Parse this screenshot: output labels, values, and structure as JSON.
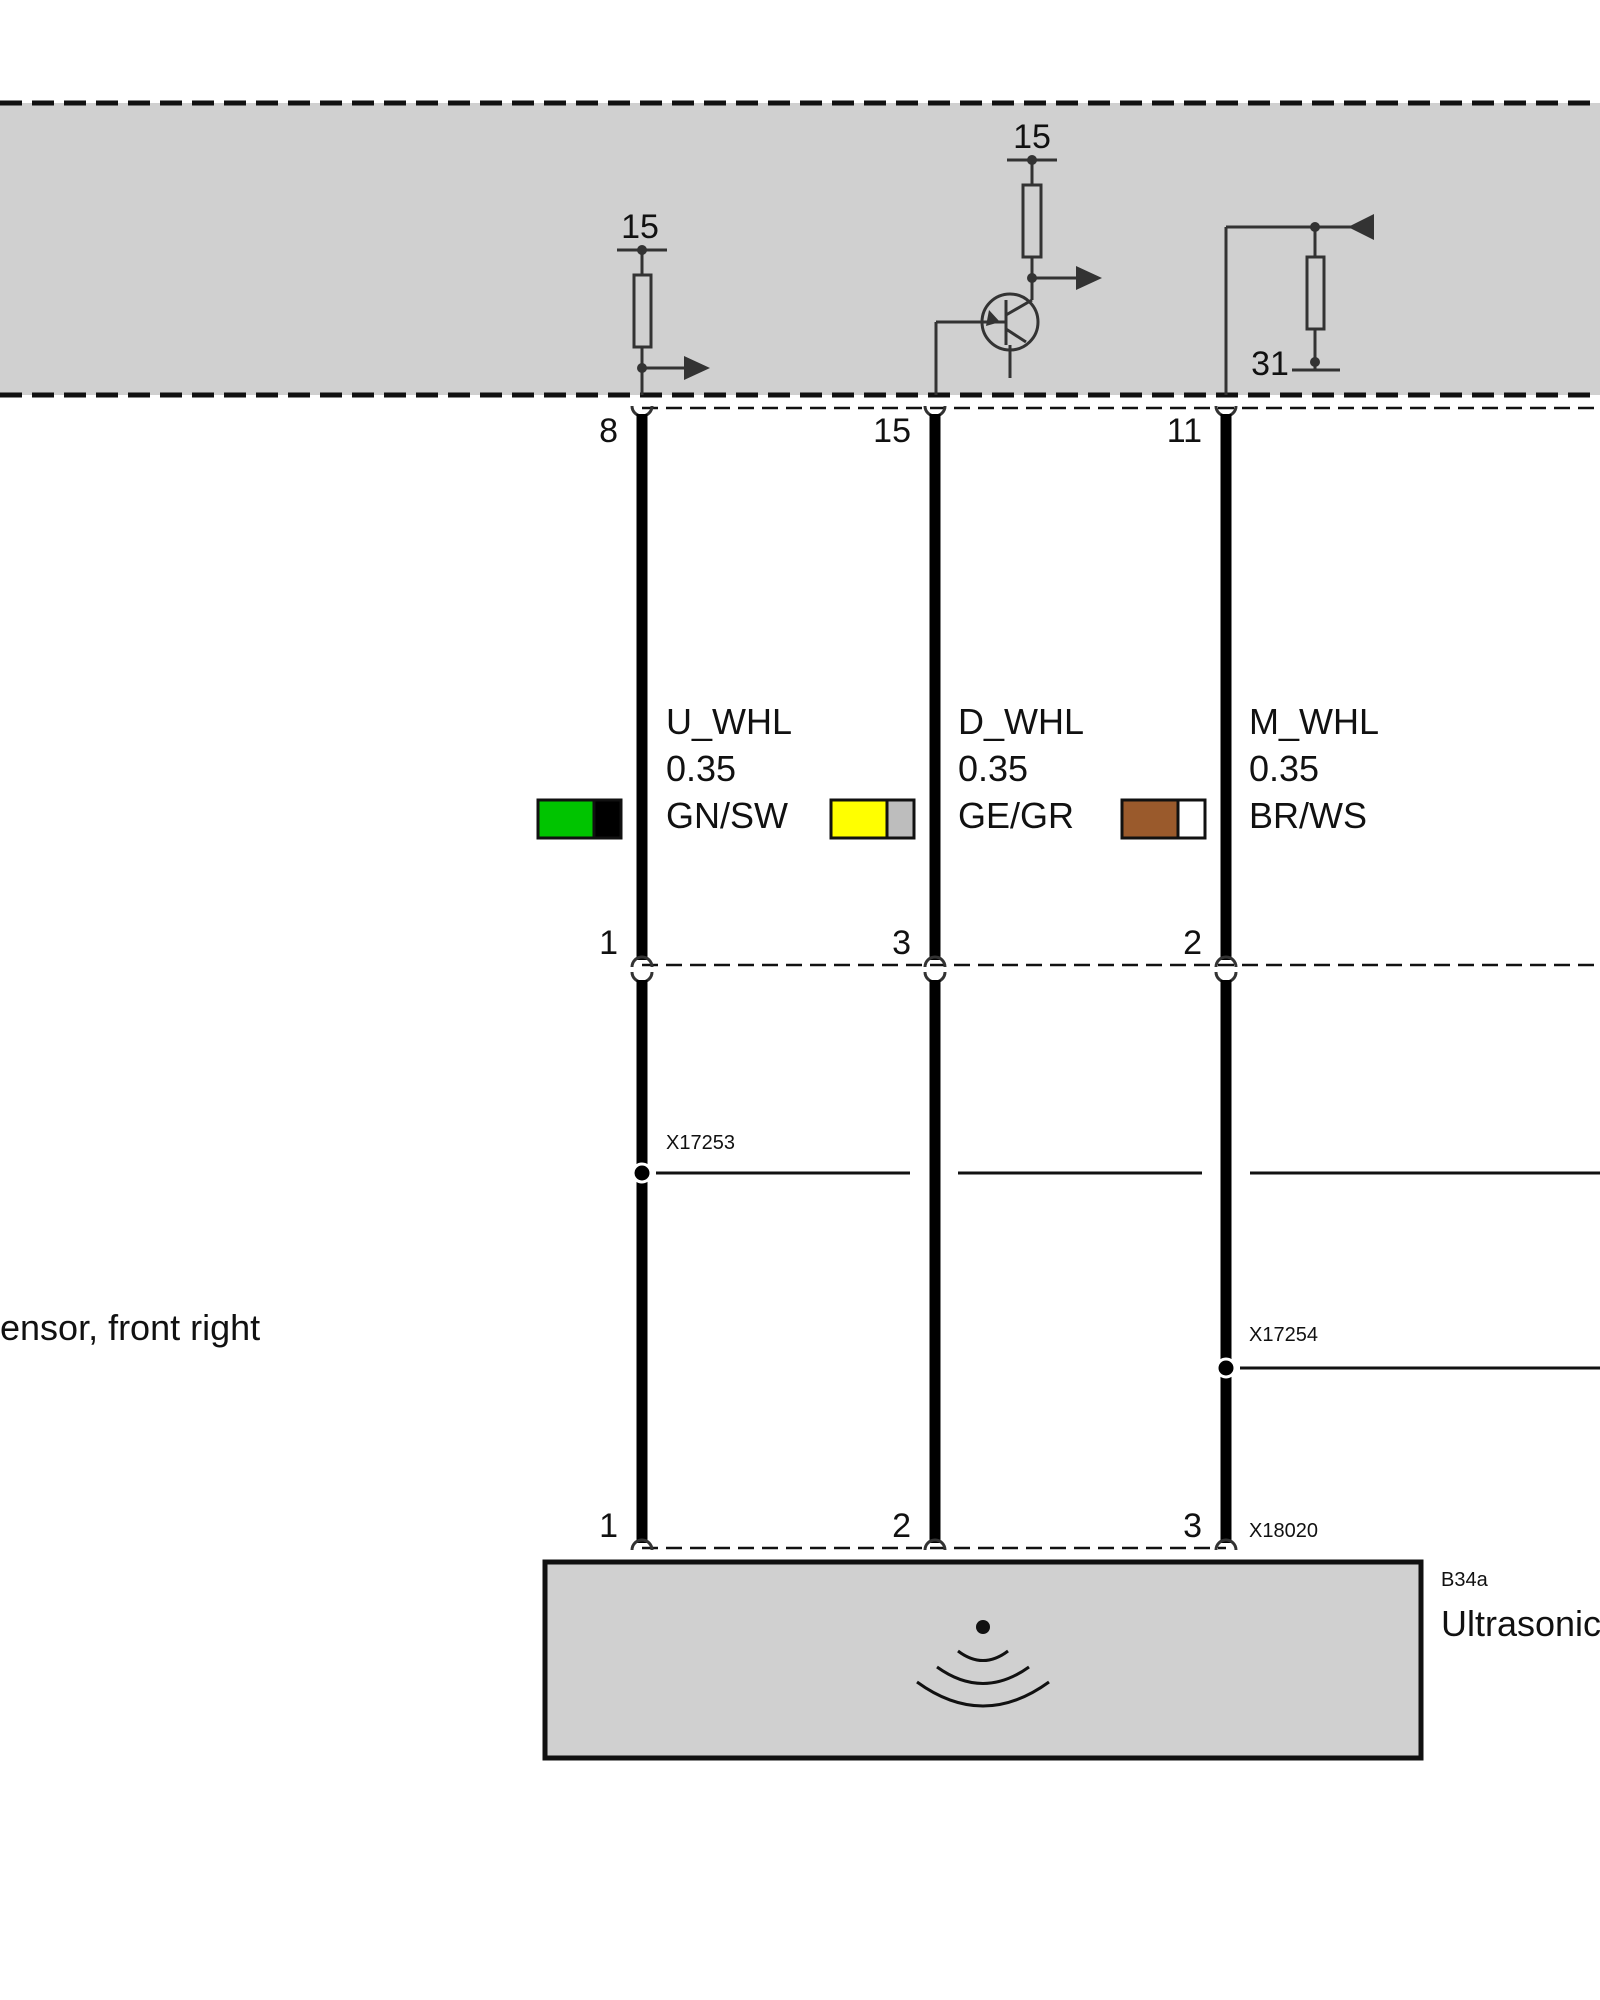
{
  "control_unit": {
    "supply_top_left": "15",
    "supply_top_mid": "15",
    "ground_label": "31"
  },
  "wires": [
    {
      "top_pin": "8",
      "mid_pin": "1",
      "bottom_pin": "1",
      "signal": "U_WHL",
      "size": "0.35",
      "color_code": "GN/SW",
      "color_primary": "#00c400",
      "color_secondary": "#000000"
    },
    {
      "top_pin": "15",
      "mid_pin": "3",
      "bottom_pin": "2",
      "signal": "D_WHL",
      "size": "0.35",
      "color_code": "GE/GR",
      "color_primary": "#ffff00",
      "color_secondary": "#bdbdbd"
    },
    {
      "top_pin": "11",
      "mid_pin": "2",
      "bottom_pin": "3",
      "signal": "M_WHL",
      "size": "0.35",
      "color_code": "BR/WS",
      "color_primary": "#9a5a2c",
      "color_secondary": "#ffffff"
    }
  ],
  "splices": {
    "left": "X17253",
    "right": "X17254"
  },
  "connector_bottom": "X18020",
  "sensor": {
    "ref": "B34a",
    "name": "Ultrasonic",
    "description_fragment": "ensor, front right"
  },
  "colors": {
    "housing_fill": "#d0d0d0",
    "line": "#111111"
  }
}
